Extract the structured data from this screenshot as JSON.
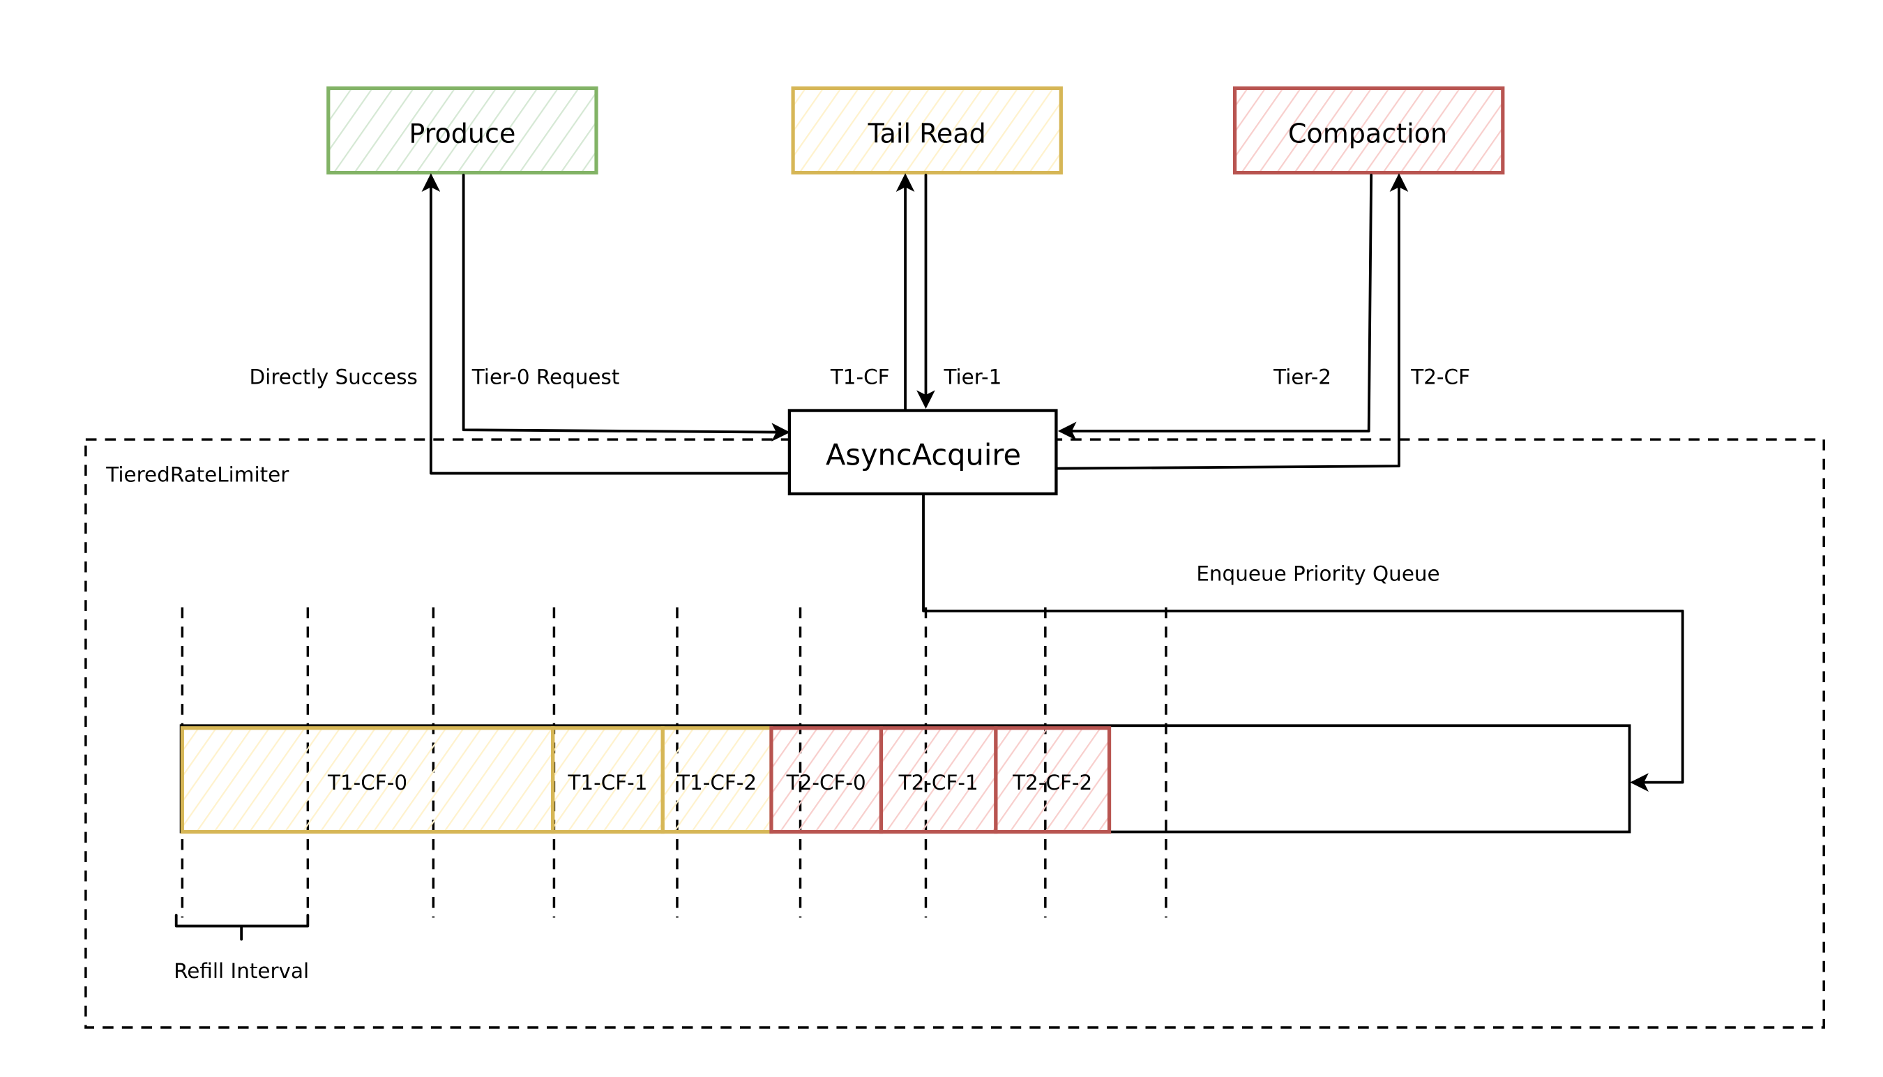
{
  "diagram": {
    "container": {
      "label": "TieredRateLimiter"
    },
    "sources": [
      {
        "id": "produce",
        "label": "Produce",
        "stroke": "#82b366",
        "fill": "#d5e8d4"
      },
      {
        "id": "tail-read",
        "label": "Tail Read",
        "stroke": "#d6b656",
        "fill": "#fff2cc"
      },
      {
        "id": "compaction",
        "label": "Compaction",
        "stroke": "#b85450",
        "fill": "#f8cecc"
      }
    ],
    "core": {
      "label": "AsyncAcquire"
    },
    "edges": {
      "produce_out": "Tier-0 Request",
      "produce_in": "Directly Success",
      "tail_out": "Tier-1",
      "tail_in": "T1-CF",
      "compaction_out": "Tier-2",
      "compaction_in": "T2-CF",
      "enqueue": "Enqueue Priority Queue"
    },
    "queue": {
      "segments": [
        {
          "label": "T1-CF-0",
          "tier": "tier-1"
        },
        {
          "label": "T1-CF-1",
          "tier": "tier-1"
        },
        {
          "label": "T1-CF-2",
          "tier": "tier-1"
        },
        {
          "label": "T2-CF-0",
          "tier": "tier-2"
        },
        {
          "label": "T2-CF-1",
          "tier": "tier-2"
        },
        {
          "label": "T2-CF-2",
          "tier": "tier-2"
        }
      ]
    },
    "refill": {
      "label": "Refill Interval"
    },
    "colors": {
      "tier1_stroke": "#d6b656",
      "tier1_fill": "#fff2cc",
      "tier2_stroke": "#b85450",
      "tier2_fill": "#f8cecc",
      "line": "#000000"
    }
  }
}
